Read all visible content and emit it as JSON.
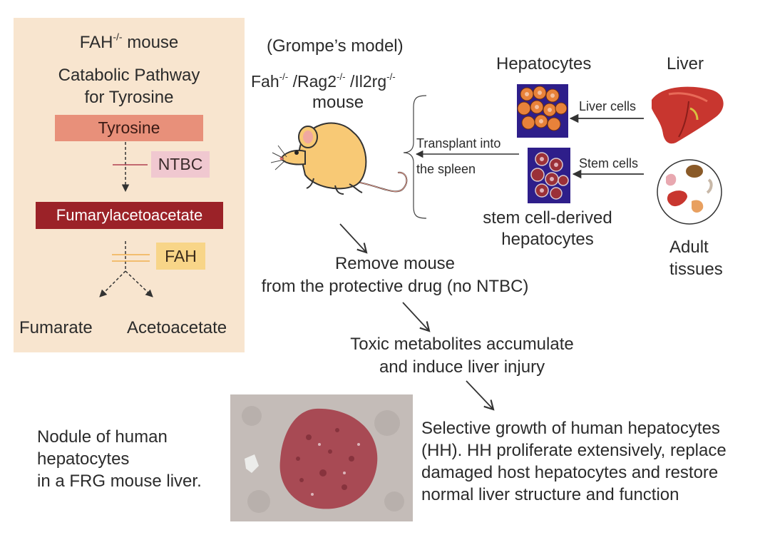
{
  "colors": {
    "panel_bg": "#f8e5cf",
    "tyrosine_box": "#e8907a",
    "fumaryl_box": "#9b2228",
    "ntbc_box": "#f0c8d0",
    "fah_box": "#f8d588",
    "mouse_body": "#f8c975",
    "liver": "#c8362f",
    "hepatocyte_bg": "#2e1e8a",
    "cell_orange": "#e8823a",
    "stem_cell": "#9b3038",
    "tissue_nodule": "#a84a54"
  },
  "pathway": {
    "title_base": "FAH",
    "title_sup": "-/-",
    "title_rest": " mouse",
    "subtitle_line1": "Catabolic Pathway",
    "subtitle_line2": "for Tyrosine",
    "tyrosine": "Tyrosine",
    "ntbc": "NTBC",
    "fumarylacetoacetate": "Fumarylacetoacetate",
    "fah": "FAH",
    "fumarate": "Fumarate",
    "acetoacetate": "Acetoacetate"
  },
  "model": {
    "title": "(Grompe’s model)",
    "genotype_a": "Fah",
    "sup_a": "-/-",
    "genotype_b": " /Rag2",
    "sup_b": "-/-",
    "genotype_c": " /Il2rg",
    "sup_c": "-/-",
    "mouse_label": "mouse",
    "transplant_line1": "Transplant into",
    "transplant_line2": "the spleen"
  },
  "sources": {
    "hepatocytes_label": "Hepatocytes",
    "liver_label": "Liver",
    "liver_cells_arrow": "Liver cells",
    "stem_cells_arrow": "Stem cells",
    "stem_derived_line1": "stem cell-derived",
    "stem_derived_line2": "hepatocytes",
    "adult_line1": "Adult",
    "adult_line2": "tissues"
  },
  "steps": {
    "remove_line1": "Remove mouse",
    "remove_line2": "from the protective drug (no NTBC)",
    "toxic_line1": "Toxic metabolites accumulate",
    "toxic_line2": "and induce liver injury",
    "growth_line1": "Selective growth of human hepatocytes",
    "growth_line2": "(HH). HH proliferate extensively, replace",
    "growth_line3": "damaged host hepatocytes and restore",
    "growth_line4": "normal liver structure and function"
  },
  "nodule": {
    "caption_line1": "Nodule of human",
    "caption_line2": "hepatocytes",
    "caption_line3": "in a FRG mouse liver."
  }
}
